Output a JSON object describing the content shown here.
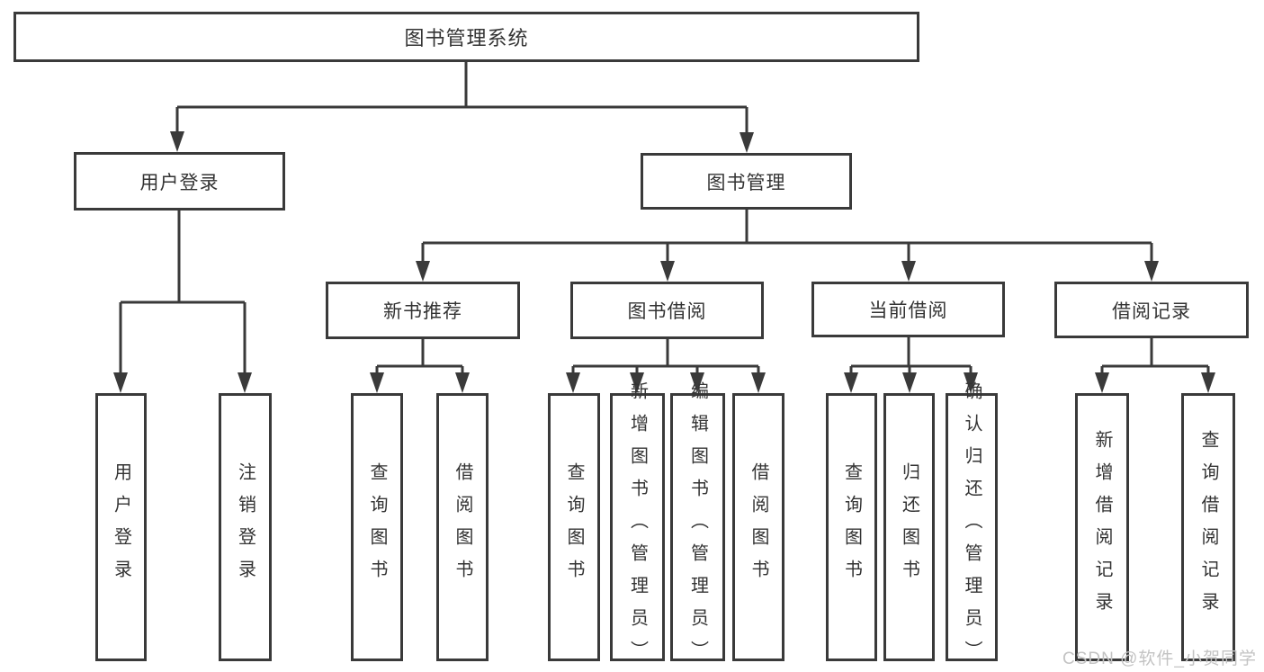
{
  "diagram_title": "图书管理系统",
  "colors": {
    "line": "#3a3a3a",
    "text": "#333333",
    "watermark": "#c3c3c3"
  },
  "tree": {
    "root": {
      "label": "图书管理系统"
    },
    "user_login": {
      "label": "用户登录",
      "children": [
        "用户登录",
        "注销登录"
      ]
    },
    "book_mgmt": {
      "label": "图书管理"
    },
    "new_book": {
      "label": "新书推荐",
      "children": [
        "查询图书",
        "借阅图书"
      ]
    },
    "book_borrow": {
      "label": "图书借阅",
      "children": [
        "查询图书",
        "新增图书（管理员）",
        "编辑图书（管理员）",
        "借阅图书"
      ]
    },
    "current_borrow": {
      "label": "当前借阅",
      "children": [
        "查询图书",
        "归还图书",
        "确认归还（管理员）"
      ]
    },
    "borrow_record": {
      "label": "借阅记录",
      "children": [
        "新增借阅记录",
        "查询借阅记录"
      ]
    }
  },
  "watermark": "CSDN @软件_小贺同学"
}
